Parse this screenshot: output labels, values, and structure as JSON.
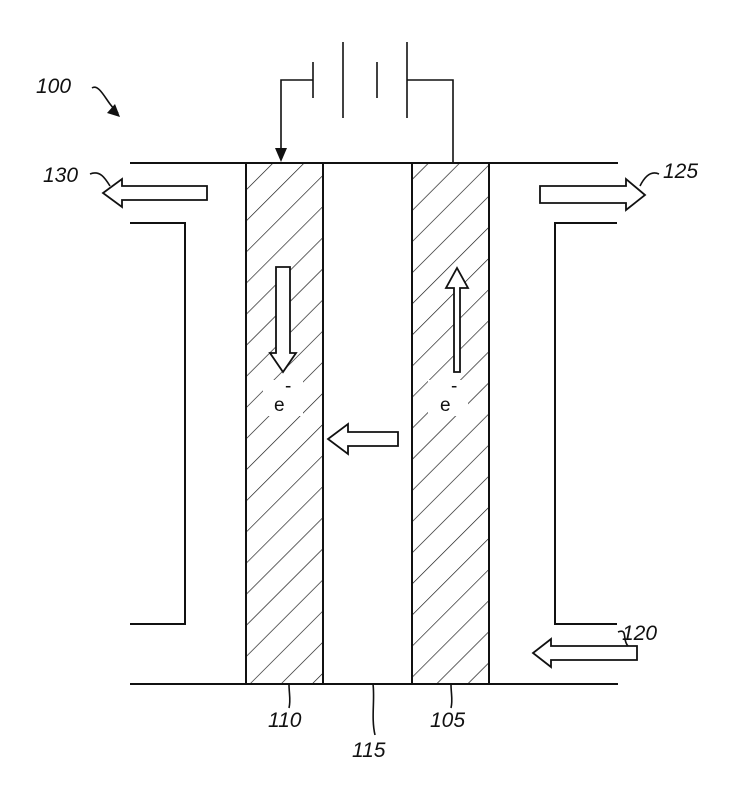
{
  "figure": {
    "ref_labels": {
      "device": "100",
      "cathode": "110",
      "membrane": "115",
      "anode": "105",
      "inlet": "120",
      "outlet_right": "125",
      "outlet_left": "130"
    },
    "electron_labels": {
      "left": "e",
      "right": "e",
      "charge_symbol": "-"
    },
    "icons": {
      "battery": "battery-cell-symbol",
      "flow_arrow": "hollow-block-arrow",
      "hatch": "diagonal-hatch-pattern"
    }
  }
}
